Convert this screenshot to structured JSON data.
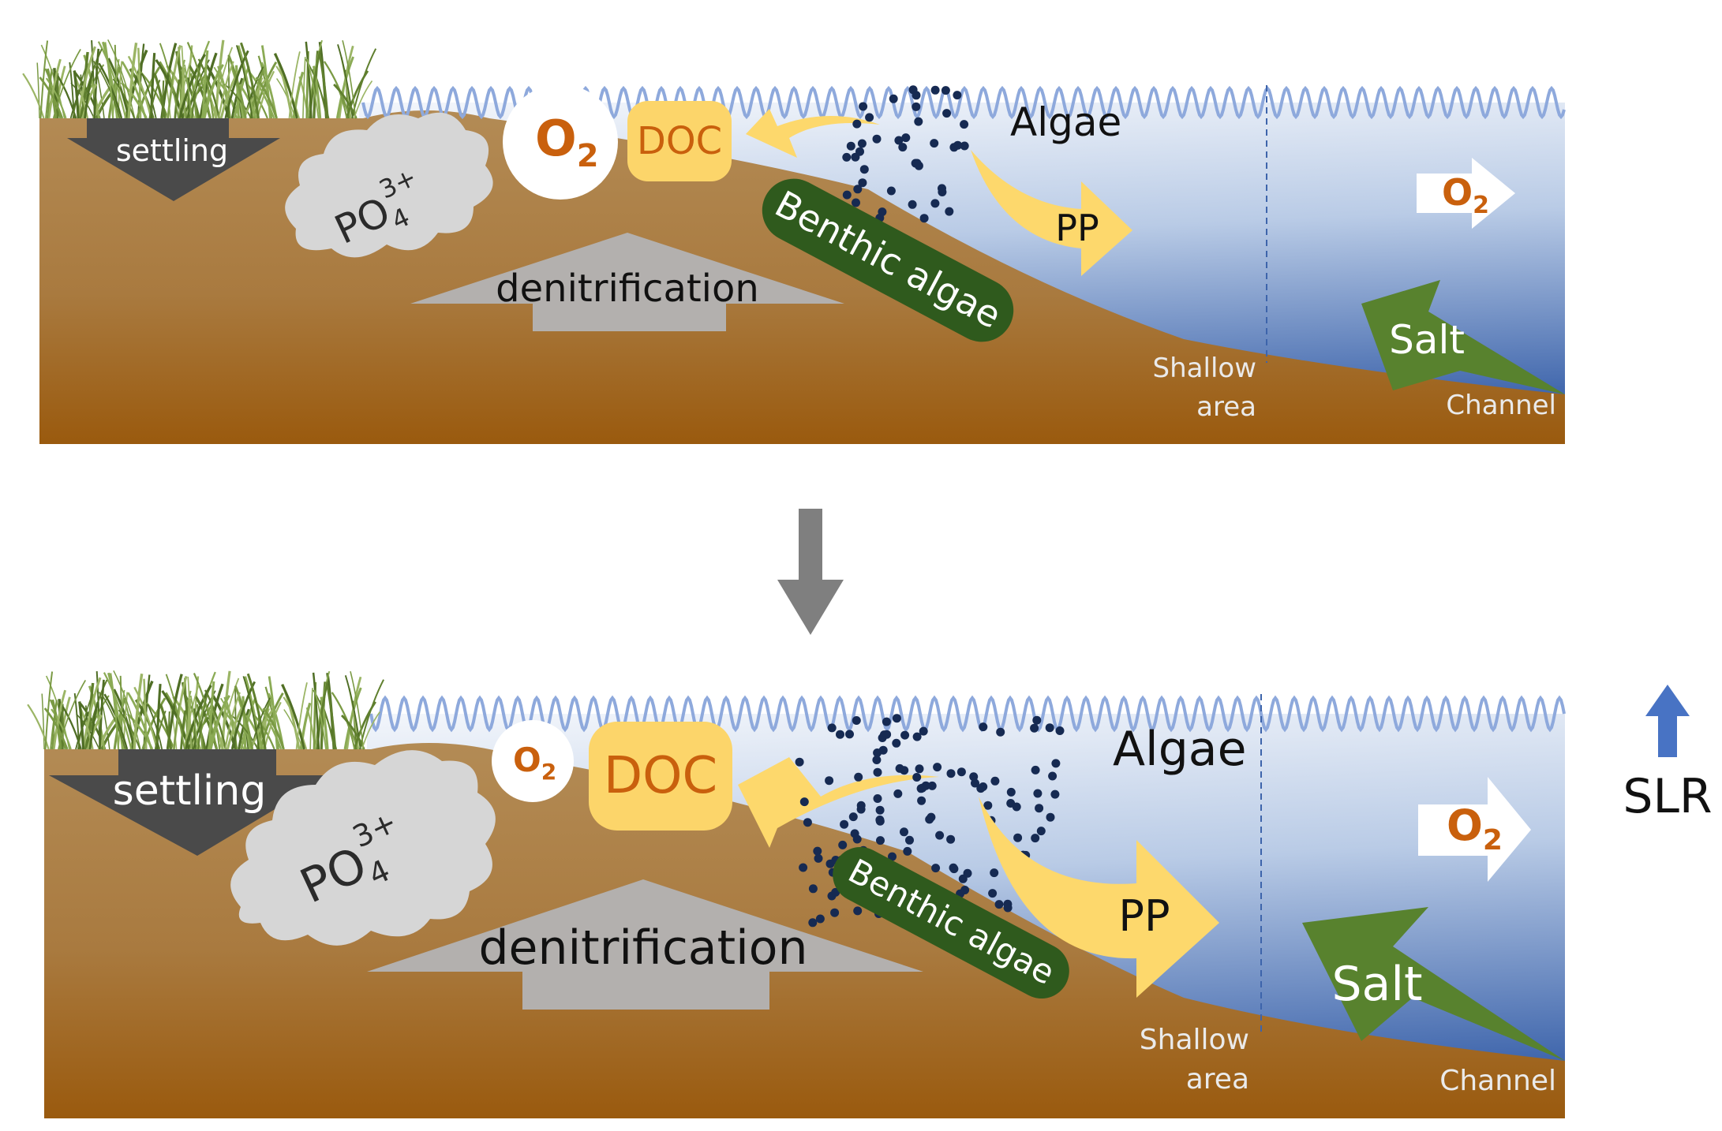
{
  "colors": {
    "soil_top": "#b38b55",
    "soil_bottom": "#9a5a0e",
    "water_light": "#f3f6fb",
    "water_deep": "#3d64ab",
    "wave": "#8ea9dc",
    "grass": "#6f8f3a",
    "settling_arrow": "#4a4a4a",
    "denitrification_arrow": "#b3b0ae",
    "cloud": "#d6d6d6",
    "doc_box": "#fcd56a",
    "doc_text": "#c9600d",
    "yellow_arrow": "#fdd86c",
    "benthic_algae": "#2f5a1d",
    "salt_arrow": "#58822e",
    "algae_dots": "#162a52",
    "slr_arrow": "#4873c4",
    "transition_arrow": "#7f7f7f"
  },
  "panels": [
    {
      "name": "before",
      "settling": "settling",
      "phosphate": {
        "base": "PO",
        "sub": "4",
        "sup": "3+"
      },
      "oxygen_bubble": {
        "base": "O",
        "sub": "2"
      },
      "doc": "DOC",
      "algae": "Algae",
      "benthic_algae": "Benthic algae",
      "denitrification": "denitrification",
      "pp": "PP",
      "oxygen_export": {
        "base": "O",
        "sub": "2"
      },
      "salt": "Salt",
      "shallow_area": [
        "Shallow",
        "area"
      ],
      "channel": "Channel"
    },
    {
      "name": "after",
      "settling": "settling",
      "phosphate": {
        "base": "PO",
        "sub": "4",
        "sup": "3+"
      },
      "oxygen_bubble": {
        "base": "O",
        "sub": "2"
      },
      "doc": "DOC",
      "algae": "Algae",
      "benthic_algae": "Benthic algae",
      "denitrification": "denitrification",
      "pp": "PP",
      "oxygen_export": {
        "base": "O",
        "sub": "2"
      },
      "salt": "Salt",
      "shallow_area": [
        "Shallow",
        "area"
      ],
      "channel": "Channel"
    }
  ],
  "slr": {
    "label": "SLR",
    "icon": "up-arrow-icon"
  },
  "transition": {
    "icon": "down-arrow-icon"
  }
}
